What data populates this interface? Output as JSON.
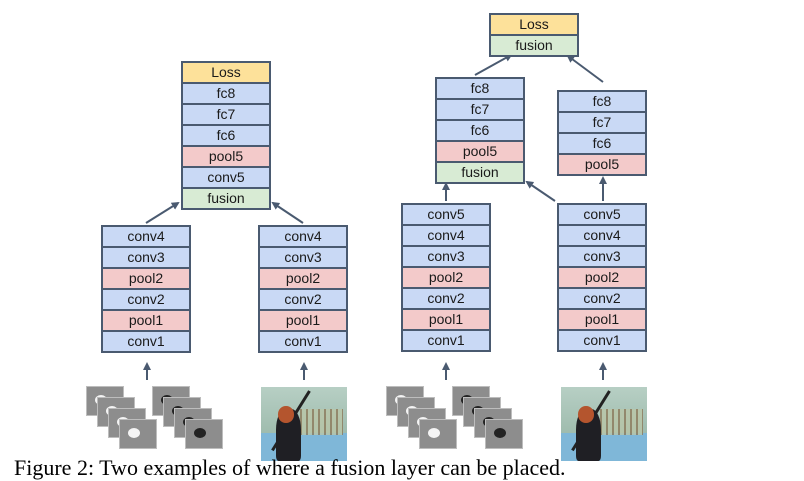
{
  "diagram": {
    "left_network": {
      "top_stack": [
        "Loss",
        "fc8",
        "fc7",
        "fc6",
        "pool5",
        "conv5",
        "fusion"
      ],
      "top_stack_types": [
        "loss",
        "fc",
        "fc",
        "fc",
        "pool",
        "conv",
        "fusion"
      ],
      "temporal_stream": [
        "conv4",
        "conv3",
        "pool2",
        "conv2",
        "pool1",
        "conv1"
      ],
      "spatial_stream": [
        "conv4",
        "conv3",
        "pool2",
        "conv2",
        "pool1",
        "conv1"
      ],
      "stream_types": [
        "conv",
        "conv",
        "pool",
        "conv",
        "pool",
        "conv"
      ],
      "inputs": [
        "optical-flow-frames",
        "rgb-frame"
      ]
    },
    "right_network": {
      "top_stack": [
        "Loss",
        "fusion"
      ],
      "top_stack_types": [
        "loss",
        "fusion"
      ],
      "fused_branch": [
        "fc8",
        "fc7",
        "fc6",
        "pool5",
        "fusion"
      ],
      "fused_branch_types": [
        "fc",
        "fc",
        "fc",
        "pool",
        "fusion"
      ],
      "spatial_branch": [
        "fc8",
        "fc7",
        "fc6",
        "pool5"
      ],
      "spatial_branch_types": [
        "fc",
        "fc",
        "fc",
        "pool"
      ],
      "temporal_stream": [
        "conv5",
        "conv4",
        "conv3",
        "pool2",
        "conv2",
        "pool1",
        "conv1"
      ],
      "spatial_stream": [
        "conv5",
        "conv4",
        "conv3",
        "pool2",
        "conv2",
        "pool1",
        "conv1"
      ],
      "stream_types": [
        "conv",
        "conv",
        "conv",
        "pool",
        "conv",
        "pool",
        "conv"
      ],
      "inputs": [
        "optical-flow-frames",
        "rgb-frame"
      ]
    },
    "colors": {
      "conv": "#c9d9f5",
      "fc": "#c9d9f5",
      "pool": "#f3caca",
      "fusion": "#d8ebd4",
      "loss": "#fde19a",
      "border": "#4a5a70",
      "arrow": "#4a5a70"
    }
  },
  "caption": "Figure 2: Two examples of where a fusion layer can be placed."
}
